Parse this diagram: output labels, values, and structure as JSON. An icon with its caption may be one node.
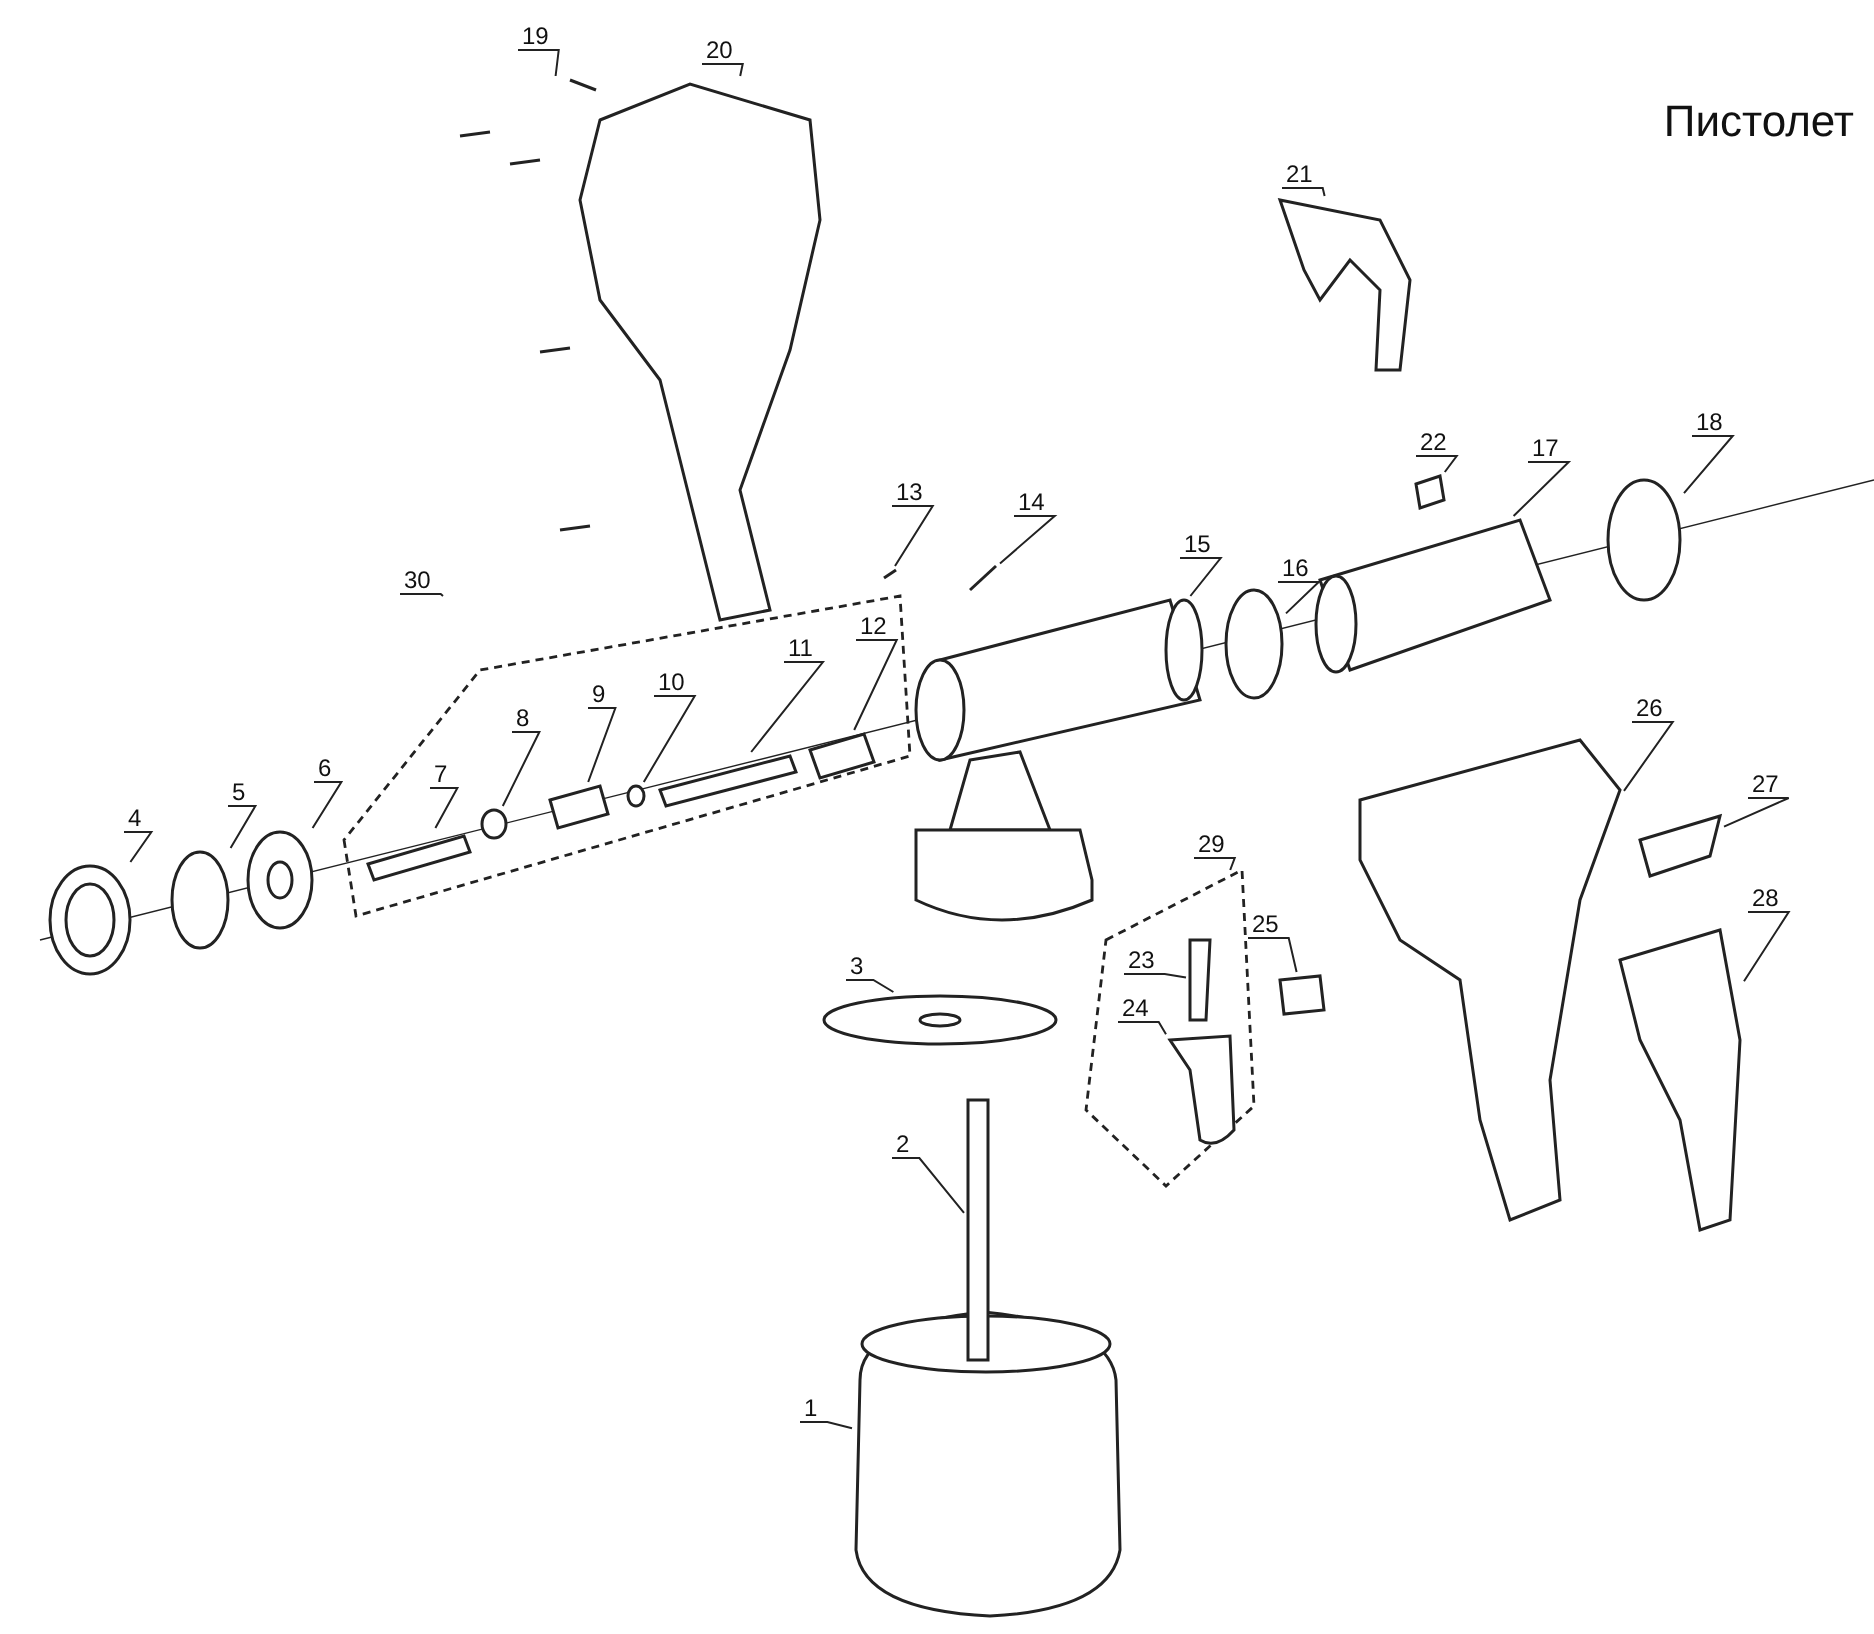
{
  "diagram": {
    "title": "Пистолет",
    "nodes": [
      {
        "text": [],
        "shape": "box"
      },
      {
        "text": [],
        "shape": "box"
      },
      {
        "text": [
          "1"
        ]
      },
      {
        "text": [
          "2"
        ]
      },
      {
        "text": [
          "3"
        ]
      },
      {
        "text": [
          "4"
        ]
      },
      {
        "text": [
          "5"
        ]
      },
      {
        "text": [
          "6"
        ]
      },
      {
        "text": [
          "7"
        ],
        "in": 1
      },
      {
        "text": [
          "8"
        ],
        "in": 1
      },
      {
        "text": [
          "9"
        ],
        "in": 1
      },
      {
        "text": [
          "10"
        ],
        "in": 1
      },
      {
        "text": [
          "11"
        ],
        "in": 1
      },
      {
        "text": [
          "12"
        ],
        "in": 1
      },
      {
        "text": [
          "13"
        ]
      },
      {
        "text": [
          "14"
        ]
      },
      {
        "text": [
          "15"
        ]
      },
      {
        "text": [
          "16"
        ]
      },
      {
        "text": [
          "17"
        ]
      },
      {
        "text": [
          "18"
        ]
      },
      {
        "text": [
          "19"
        ]
      },
      {
        "text": [
          "20"
        ]
      },
      {
        "text": [
          "21"
        ]
      },
      {
        "text": [
          "22"
        ]
      },
      {
        "text": [
          "23"
        ],
        "in": 0
      },
      {
        "text": [
          "24"
        ],
        "in": 0
      },
      {
        "text": [
          "25"
        ]
      },
      {
        "text": [
          "26"
        ]
      },
      {
        "text": [
          "27"
        ]
      },
      {
        "text": [
          "28"
        ]
      },
      {
        "text": [
          "29"
        ]
      },
      {
        "text": [
          "30"
        ]
      },
      {
        "text": [],
        "shape": "picture"
      },
      {
        "text": [],
        "shape": "box"
      },
      {
        "text": [],
        "shape": "picture"
      },
      {
        "text": [],
        "shape": "picture"
      },
      {
        "text": [],
        "shape": "circle"
      },
      {
        "text": [],
        "shape": "picture"
      },
      {
        "text": [],
        "shape": "box",
        "in": 1
      },
      {
        "text": [],
        "shape": "circle",
        "in": 1
      },
      {
        "text": [],
        "shape": "picture",
        "in": 1
      },
      {
        "text": [],
        "shape": "circle",
        "in": 1
      },
      {
        "text": [],
        "shape": "box",
        "in": 1
      },
      {
        "text": [],
        "shape": "picture",
        "in": 1
      },
      {
        "text": [],
        "shape": "picture"
      },
      {
        "text": [],
        "shape": "picture"
      },
      {
        "text": [],
        "shape": "picture"
      },
      {
        "text": [],
        "shape": "circle"
      },
      {
        "text": [],
        "shape": "picture"
      },
      {
        "text": [],
        "shape": "circle"
      },
      {
        "text": [],
        "shape": "picture"
      },
      {
        "text": [],
        "shape": "picture"
      },
      {
        "text": [],
        "shape": "picture"
      },
      {
        "text": [],
        "shape": "picture"
      },
      {
        "text": [],
        "shape": "box",
        "in": 0
      },
      {
        "text": [],
        "shape": "picture",
        "in": 0
      },
      {
        "text": [],
        "shape": "box"
      },
      {
        "text": [],
        "shape": "picture"
      },
      {
        "text": [],
        "shape": "picture"
      },
      {
        "text": [],
        "shape": "picture"
      }
    ],
    "edges": [
      {
        "from": 2,
        "to": 32,
        "arrow": "none"
      },
      {
        "from": 3,
        "to": 33,
        "arrow": "none"
      },
      {
        "from": 4,
        "to": 34,
        "arrow": "none"
      },
      {
        "from": 5,
        "to": 35,
        "arrow": "none"
      },
      {
        "from": 6,
        "to": 36,
        "arrow": "none"
      },
      {
        "from": 7,
        "to": 37,
        "arrow": "none"
      },
      {
        "from": 8,
        "to": 38,
        "arrow": "none"
      },
      {
        "from": 9,
        "to": 39,
        "arrow": "none"
      },
      {
        "from": 10,
        "to": 40,
        "arrow": "none"
      },
      {
        "from": 11,
        "to": 41,
        "arrow": "none"
      },
      {
        "from": 12,
        "to": 42,
        "arrow": "none"
      },
      {
        "from": 13,
        "to": 43,
        "arrow": "none"
      },
      {
        "from": 14,
        "to": 44,
        "arrow": "none"
      },
      {
        "from": 15,
        "to": 45,
        "arrow": "none"
      },
      {
        "from": 16,
        "to": 46,
        "arrow": "none"
      },
      {
        "from": 17,
        "to": 47,
        "arrow": "none"
      },
      {
        "from": 18,
        "to": 48,
        "arrow": "none"
      },
      {
        "from": 19,
        "to": 49,
        "arrow": "none"
      },
      {
        "from": 20,
        "to": 50,
        "arrow": "none"
      },
      {
        "from": 21,
        "to": 51,
        "arrow": "none"
      },
      {
        "from": 22,
        "to": 52,
        "arrow": "none"
      },
      {
        "from": 23,
        "to": 53,
        "arrow": "none"
      },
      {
        "from": 24,
        "to": 54,
        "arrow": "none"
      },
      {
        "from": 25,
        "to": 55,
        "arrow": "none"
      },
      {
        "from": 26,
        "to": 56,
        "arrow": "none"
      },
      {
        "from": 27,
        "to": 57,
        "arrow": "none"
      },
      {
        "from": 28,
        "to": 58,
        "arrow": "none"
      },
      {
        "from": 29,
        "to": 59,
        "arrow": "none"
      },
      {
        "from": 30,
        "to": 0,
        "arrow": "none"
      },
      {
        "from": 31,
        "to": 1,
        "arrow": "none"
      }
    ]
  }
}
